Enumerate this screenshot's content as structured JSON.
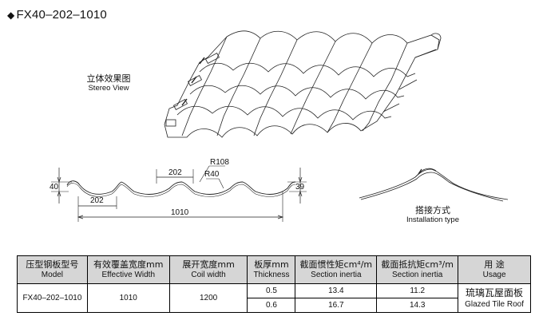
{
  "title": "FX40–202–1010",
  "stereo_view": {
    "zh": "立体效果图",
    "en": "Stereo View"
  },
  "installation": {
    "zh": "搭接方式",
    "en": "Installation type"
  },
  "dimensions": {
    "r108": "R108",
    "r40": "R40",
    "pitch_top": "202",
    "pitch_bottom": "202",
    "height_left": "40",
    "height_right": "39",
    "width": "1010"
  },
  "table": {
    "headers": [
      {
        "zh": "压型钢板型号",
        "en": "Model"
      },
      {
        "zh": "有效覆盖宽度mm",
        "en": "Effective Width"
      },
      {
        "zh": "展开宽度mm",
        "en": "Coil width"
      },
      {
        "zh": "板厚mm",
        "en": "Thickness"
      },
      {
        "zh": "截面惯性矩cm⁴/m",
        "en": "Section inertia"
      },
      {
        "zh": "截面抵抗矩cm³/m",
        "en": "Section inertia"
      },
      {
        "zh": "用 途",
        "en": "Usage"
      }
    ],
    "model": "FX40–202–1010",
    "effective_width": "1010",
    "coil_width": "1200",
    "rows": [
      {
        "thickness": "0.5",
        "inertia": "13.4",
        "resistance": "11.2"
      },
      {
        "thickness": "0.6",
        "inertia": "16.7",
        "resistance": "14.3"
      }
    ],
    "usage": {
      "zh": "琉璃瓦屋面板",
      "en": "Glazed Tile Roof"
    }
  }
}
